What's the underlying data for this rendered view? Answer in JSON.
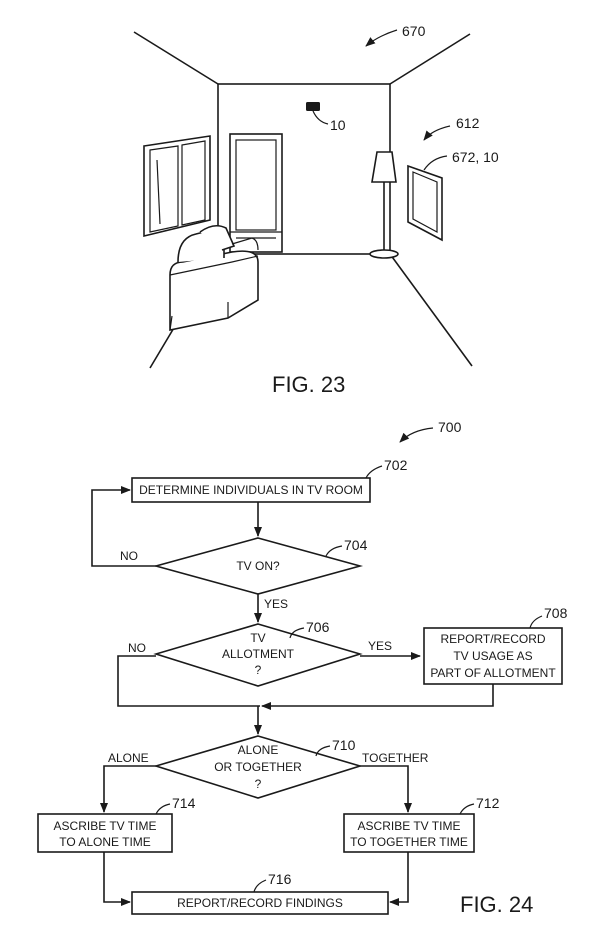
{
  "fig23": {
    "caption": "FIG. 23",
    "refs": {
      "room": "670",
      "sensor": "10",
      "tv_area": "612",
      "tv": "672, 10"
    }
  },
  "fig24": {
    "caption": "FIG. 24",
    "ref_main": "700",
    "nodes": {
      "n702": {
        "text": "DETERMINE INDIVIDUALS IN TV ROOM",
        "ref": "702"
      },
      "n704": {
        "text": "TV ON?",
        "ref": "704"
      },
      "n706": {
        "line1": "TV",
        "line2": "ALLOTMENT",
        "line3": "?",
        "ref": "706"
      },
      "n708": {
        "line1": "REPORT/RECORD",
        "line2": "TV USAGE AS",
        "line3": "PART OF ALLOTMENT",
        "ref": "708"
      },
      "n710": {
        "line1": "ALONE",
        "line2": "OR TOGETHER",
        "line3": "?",
        "ref": "710"
      },
      "n714": {
        "line1": "ASCRIBE TV TIME",
        "line2": "TO ALONE TIME",
        "ref": "714"
      },
      "n712": {
        "line1": "ASCRIBE TV TIME",
        "line2": "TO TOGETHER TIME",
        "ref": "712"
      },
      "n716": {
        "text": "REPORT/RECORD FINDINGS",
        "ref": "716"
      }
    },
    "edge_labels": {
      "no_704": "NO",
      "yes_704": "YES",
      "no_706": "NO",
      "yes_706": "YES",
      "alone": "ALONE",
      "together": "TOGETHER"
    }
  }
}
